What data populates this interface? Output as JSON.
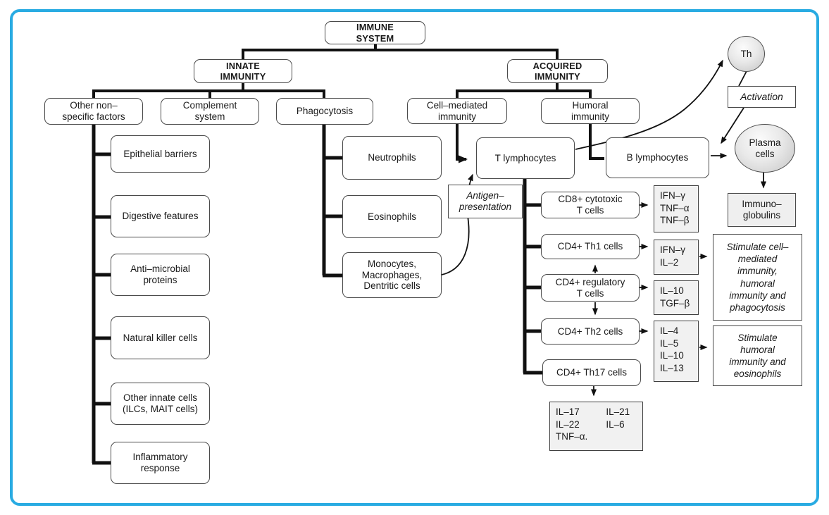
{
  "title": "Immune system overview diagram",
  "accent_color": "#29abe2",
  "line_color": "#111111",
  "nodes": {
    "immune_system": "IMMUNE\nSYSTEM",
    "innate": "INNATE\nIMMUNITY",
    "acquired": "ACQUIRED\nIMMUNITY",
    "other_nonspecific": "Other non–\nspecific factors",
    "complement": "Complement\nsystem",
    "phagocytosis": "Phagocytosis",
    "epithelial": "Epithelial barriers",
    "digestive": "Digestive features",
    "antimicrobial": "Anti–microbial\nproteins",
    "natural_killer": "Natural killer cells",
    "other_innate": "Other innate cells\n(ILCs, MAIT  cells)",
    "inflammatory": "Inflammatory\nresponse",
    "neutrophils": "Neutrophils",
    "eosinophils": "Eosinophils",
    "monocytes": "Monocytes,\nMacrophages,\nDentritic cells",
    "cell_mediated": "Cell–mediated\nimmunity",
    "humoral": "Humoral\nimmunity",
    "t_lymphocytes": "T lymphocytes",
    "b_lymphocytes": "B lymphocytes",
    "antigen_presentation": "Antigen–\npresentation",
    "th": "Th",
    "activation": "Activation",
    "plasma_cells": "Plasma\ncells",
    "immunoglobulins": "Immuno–\nglobulins",
    "cd8_cytotoxic": "CD8+ cytotoxic\nT cells",
    "cd4_th1": "CD4+ Th1 cells",
    "cd4_regulatory": "CD4+ regulatory\nT cells",
    "cd4_th2": "CD4+ Th2 cells",
    "cd4_th17": "CD4+ Th17 cells",
    "cytokines_cd8": "IFN–γ\nTNF–α\nTNF–β",
    "cytokines_th1": "IFN–γ\nIL–2",
    "cytokines_regulatory": "IL–10\nTGF–β",
    "cytokines_th2": "IL–4\nIL–5\nIL–10\nIL–13",
    "cytokines_th17_col1": "IL–17\nIL–22\nTNF–α.",
    "cytokines_th17_col2": "IL–21\nIL–6",
    "stimulate_cell_mediated": "Stimulate cell–\nmediated\nimmunity,\nhumoral\nimmunity and\nphagocytosis",
    "stimulate_humoral": "Stimulate\nhumoral\nimmunity and\neosinophils"
  }
}
